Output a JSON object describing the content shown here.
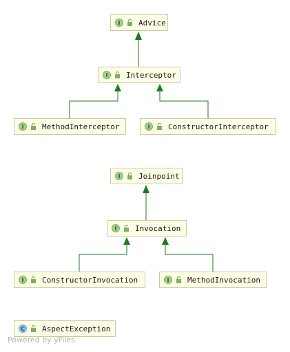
{
  "diagram": {
    "nodes": [
      {
        "id": "advice",
        "label": "Advice",
        "kind": "I"
      },
      {
        "id": "interceptor",
        "label": "Interceptor",
        "kind": "I"
      },
      {
        "id": "method_interceptor",
        "label": "MethodInterceptor",
        "kind": "I"
      },
      {
        "id": "constructor_interceptor",
        "label": "ConstructorInterceptor",
        "kind": "I"
      },
      {
        "id": "joinpoint",
        "label": "Joinpoint",
        "kind": "I"
      },
      {
        "id": "invocation",
        "label": "Invocation",
        "kind": "I"
      },
      {
        "id": "constructor_invocation",
        "label": "ConstructorInvocation",
        "kind": "I"
      },
      {
        "id": "method_invocation",
        "label": "MethodInvocation",
        "kind": "I"
      },
      {
        "id": "aspect_exception",
        "label": "AspectException",
        "kind": "C"
      }
    ],
    "edges": [
      {
        "from": "interceptor",
        "to": "advice",
        "type": "extends"
      },
      {
        "from": "method_interceptor",
        "to": "interceptor",
        "type": "extends"
      },
      {
        "from": "constructor_interceptor",
        "to": "interceptor",
        "type": "extends"
      },
      {
        "from": "invocation",
        "to": "joinpoint",
        "type": "extends"
      },
      {
        "from": "constructor_invocation",
        "to": "invocation",
        "type": "extends"
      },
      {
        "from": "method_invocation",
        "to": "invocation",
        "type": "extends"
      }
    ],
    "edge_color": "#1f7a1f"
  },
  "footer": {
    "watermark": "Powered by yFiles"
  }
}
